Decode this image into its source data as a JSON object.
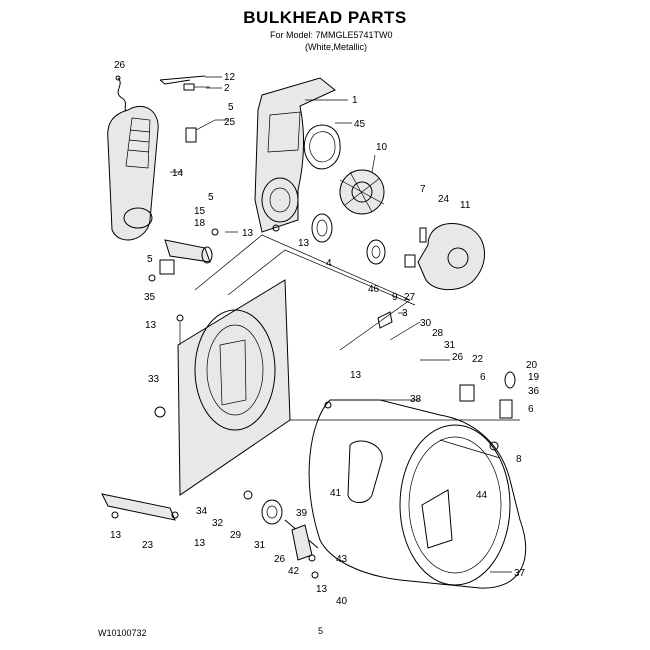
{
  "header": {
    "title": "BULKHEAD PARTS",
    "model_line": "For Model: 7MMGLE5741TW0",
    "finish_line": "(White,Metallic)"
  },
  "footer": {
    "doc_number": "W10100732",
    "page_number": "5"
  },
  "callouts": [
    "26",
    "12",
    "2",
    "5",
    "25",
    "1",
    "45",
    "10",
    "14",
    "5",
    "15",
    "18",
    "13",
    "13",
    "4",
    "7",
    "24",
    "11",
    "5",
    "35",
    "46",
    "9",
    "27",
    "3",
    "13",
    "30",
    "28",
    "31",
    "26",
    "22",
    "20",
    "33",
    "13",
    "6",
    "19",
    "36",
    "38",
    "6",
    "8",
    "41",
    "44",
    "13",
    "23",
    "13",
    "34",
    "32",
    "29",
    "31",
    "39",
    "26",
    "43",
    "42",
    "13",
    "37",
    "40"
  ]
}
